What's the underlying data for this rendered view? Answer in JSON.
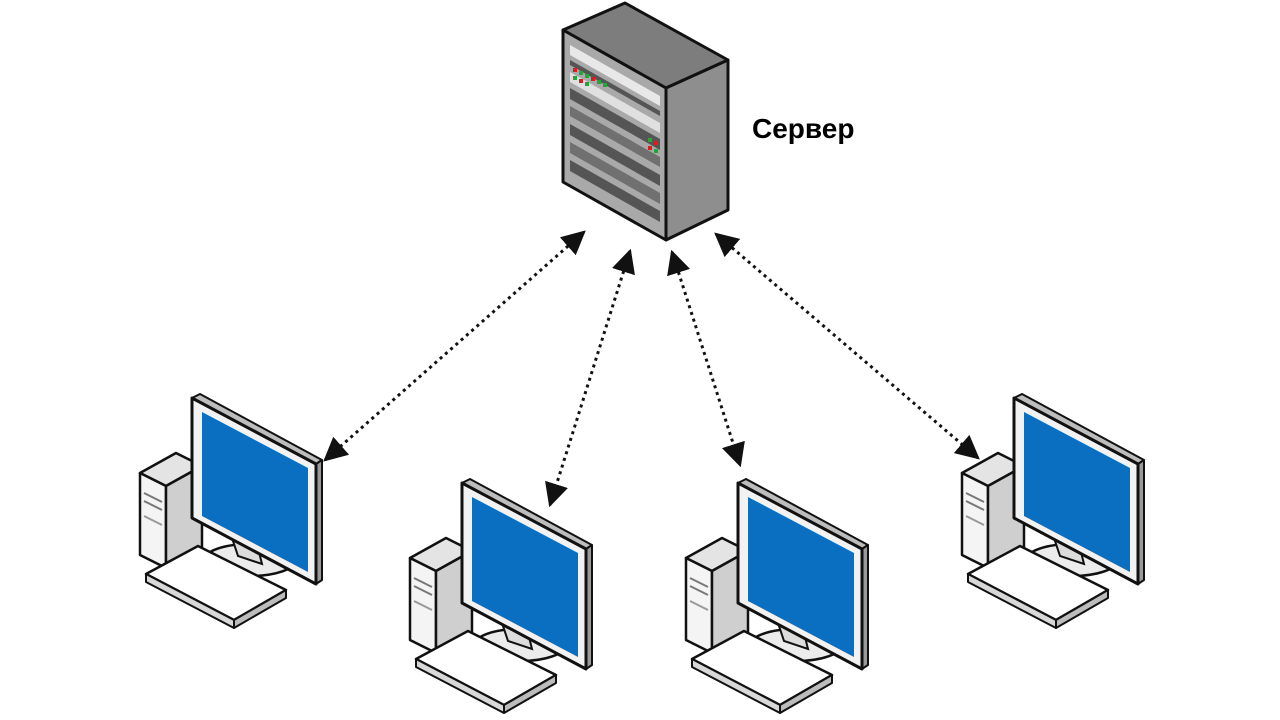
{
  "diagram": {
    "server": {
      "label": "Сервер",
      "icon": "server-rack-icon"
    },
    "clients": [
      {
        "icon": "desktop-computer-icon"
      },
      {
        "icon": "desktop-computer-icon"
      },
      {
        "icon": "desktop-computer-icon"
      },
      {
        "icon": "desktop-computer-icon"
      }
    ],
    "connections": [
      {
        "from": "server",
        "to": "client-1",
        "style": "dotted",
        "direction": "bidirectional"
      },
      {
        "from": "server",
        "to": "client-2",
        "style": "dotted",
        "direction": "bidirectional"
      },
      {
        "from": "server",
        "to": "client-3",
        "style": "dotted",
        "direction": "bidirectional"
      },
      {
        "from": "server",
        "to": "client-4",
        "style": "dotted",
        "direction": "bidirectional"
      }
    ],
    "colors": {
      "background": "#ffffff",
      "screen": "#0a6fc0",
      "server_body": "#8e8e8e",
      "server_front": "#b0b0b0",
      "arrow": "#111111",
      "led_red": "#d81e1e",
      "led_green": "#26a63a"
    }
  }
}
